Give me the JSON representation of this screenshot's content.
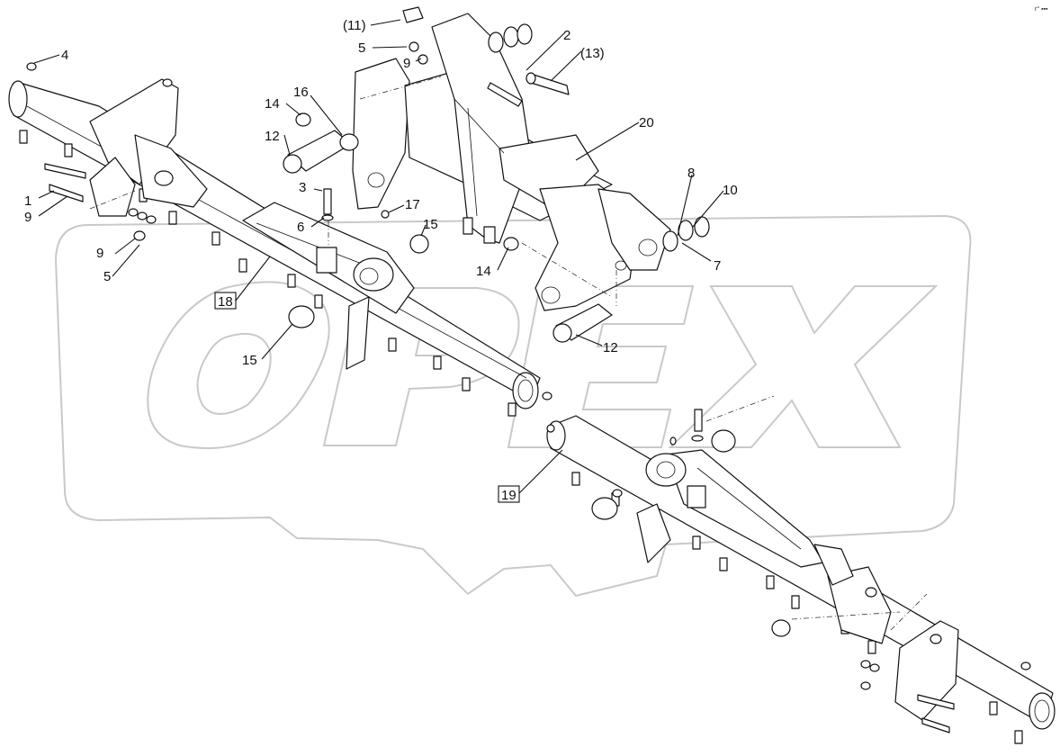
{
  "watermark": {
    "text": "OPEX",
    "color": "#c9c9c9"
  },
  "corner_mark": "r° ▪▪▪",
  "callouts": [
    {
      "id": "c11",
      "text": "(11)"
    },
    {
      "id": "c2",
      "text": "2"
    },
    {
      "id": "c13",
      "text": "(13)"
    },
    {
      "id": "c5a",
      "text": "5"
    },
    {
      "id": "c9a",
      "text": "9"
    },
    {
      "id": "c4",
      "text": "4"
    },
    {
      "id": "c16",
      "text": "16"
    },
    {
      "id": "c14a",
      "text": "14"
    },
    {
      "id": "c12a",
      "text": "12"
    },
    {
      "id": "c20",
      "text": "20"
    },
    {
      "id": "c3",
      "text": "3"
    },
    {
      "id": "c17",
      "text": "17"
    },
    {
      "id": "c6",
      "text": "6"
    },
    {
      "id": "c15a",
      "text": "15"
    },
    {
      "id": "c8",
      "text": "8"
    },
    {
      "id": "c10",
      "text": "10"
    },
    {
      "id": "c1",
      "text": "1"
    },
    {
      "id": "c9b",
      "text": "9"
    },
    {
      "id": "c9c",
      "text": "9"
    },
    {
      "id": "c5b",
      "text": "5"
    },
    {
      "id": "c14b",
      "text": "14"
    },
    {
      "id": "c7",
      "text": "7"
    },
    {
      "id": "c18",
      "text": "18"
    },
    {
      "id": "c15b",
      "text": "15"
    },
    {
      "id": "c12b",
      "text": "12"
    },
    {
      "id": "c19",
      "text": "19"
    }
  ]
}
